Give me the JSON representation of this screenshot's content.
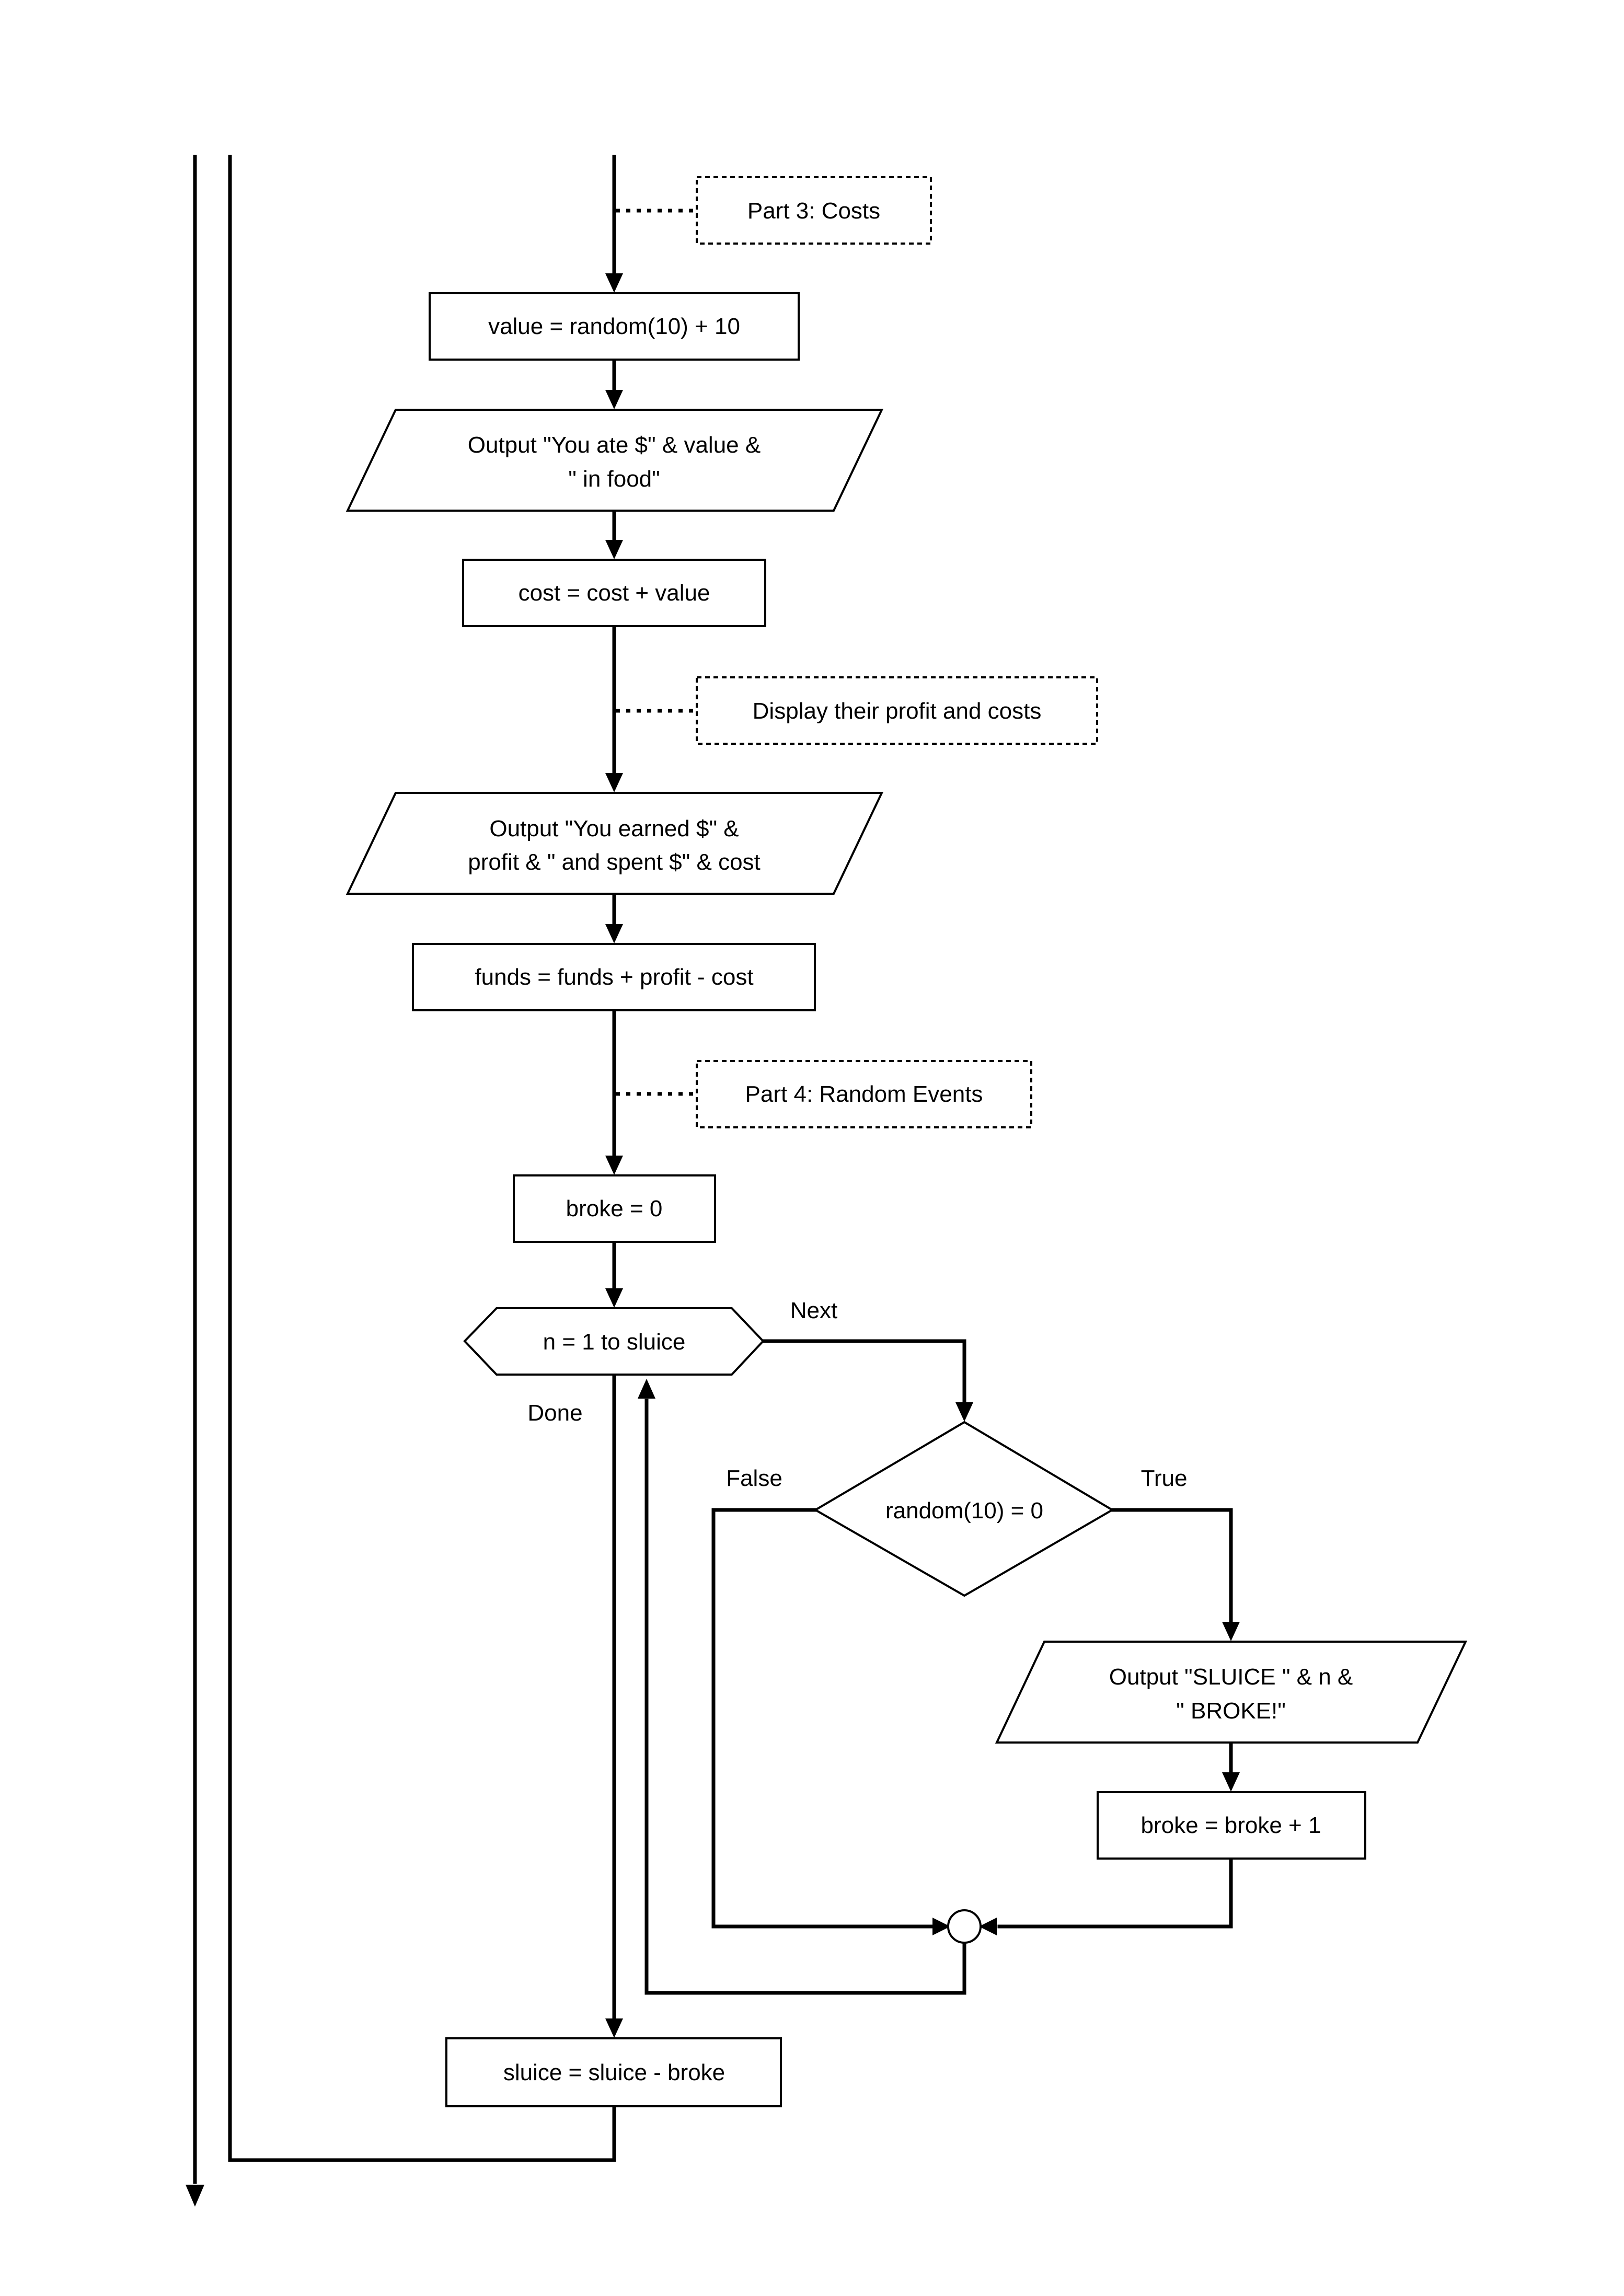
{
  "comments": {
    "part3": "Part 3: Costs",
    "display": "Display their profit and costs",
    "part4": "Part 4: Random Events"
  },
  "nodes": {
    "value_assign": "value = random(10) + 10",
    "output_food": [
      "Output \"You ate $\" & value &",
      "\" in food\""
    ],
    "cost_assign": "cost = cost + value",
    "output_earned": [
      "Output \"You earned $\" &",
      "profit & \" and spent $\" & cost"
    ],
    "funds_assign": "funds = funds + profit - cost",
    "broke_init": "broke = 0",
    "loop": "n = 1 to sluice",
    "decision": "random(10) = 0",
    "output_broke": [
      "Output \"SLUICE \" & n &",
      "\" BROKE!\""
    ],
    "broke_inc": "broke = broke + 1",
    "sluice_assign": "sluice = sluice - broke"
  },
  "labels": {
    "next": "Next",
    "done": "Done",
    "false": "False",
    "true": "True"
  }
}
